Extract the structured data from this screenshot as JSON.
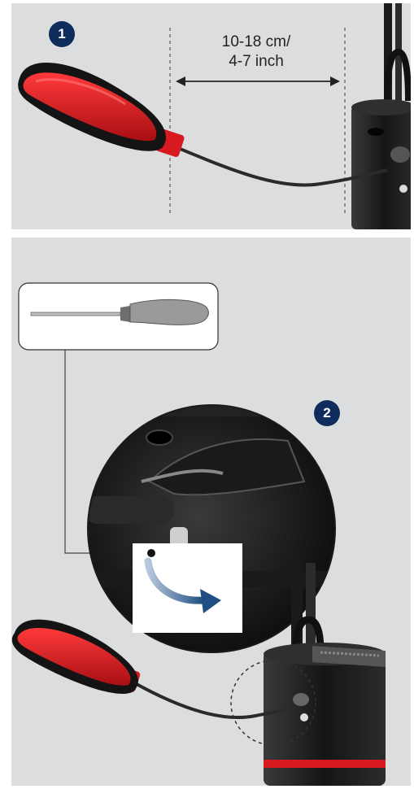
{
  "step1": {
    "number": "1",
    "distance_metric": "10-18 cm/",
    "distance_imperial": "4-7 inch"
  },
  "step2": {
    "number": "2"
  },
  "colors": {
    "badge": "#0e2d5c",
    "float_red": "#d71920",
    "panel_bg": "#dcdddf",
    "arrow_blue": "#1f4f82"
  },
  "icons": [
    "float-switch-icon",
    "pump-icon",
    "screwdriver-icon",
    "rotate-arrow-icon"
  ]
}
